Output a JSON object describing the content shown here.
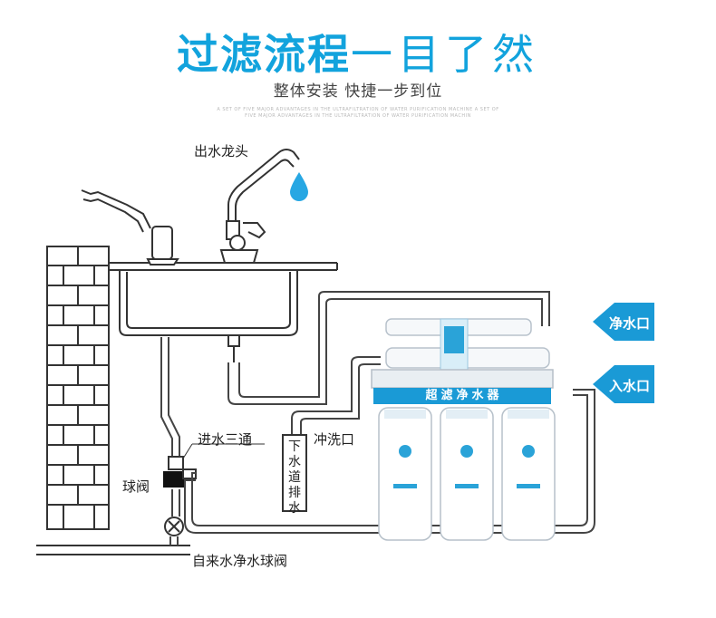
{
  "header": {
    "title_bold": "过滤流程",
    "title_light": "一目了然",
    "subtitle": "整体安装 快捷一步到位",
    "tiny_line_1": "A SET OF FIVE MAJOR ADVANTAGES IN THE ULTRAFILTRATION OF WATER PURIFICATION MACHINE A SET OF",
    "tiny_line_2": "FIVE MAJOR ADVANTAGES IN THE ULTRAFILTRATION OF WATER PURIFICATION MACHIN"
  },
  "labels": {
    "faucet": "出水龙头",
    "tee": "进水三通",
    "ball_valve": "球阀",
    "flush": "冲洗口",
    "drain": "下水道排水",
    "tap_valve": "自来水净水球阀",
    "pure_in": "净水口",
    "water_in": "入水口",
    "unit_name": "超滤净水器"
  },
  "colors": {
    "accent": "#12a3dd",
    "line": "#333333"
  }
}
